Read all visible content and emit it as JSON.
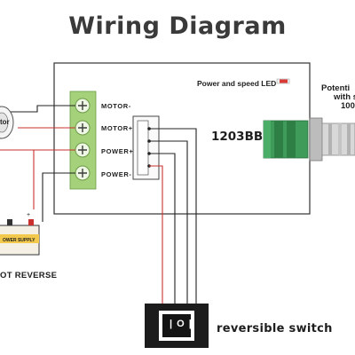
{
  "title": "Wiring Diagram",
  "controller": {
    "model": "1203BB",
    "led_label": "Power and speed LED",
    "terminals": [
      "MOTOR-",
      "MOTOR+",
      "POWER+",
      "POWER-"
    ]
  },
  "potentiometer": {
    "label_lines": [
      "Potenti",
      "with s",
      "100"
    ]
  },
  "motor": {
    "label": "tor"
  },
  "power_supply": {
    "label": "OWER SUPPLY"
  },
  "reverse_label": "OT REVERSE",
  "switch": {
    "label": "reversible switch",
    "symbols": "| O |"
  },
  "colors": {
    "board_outline": "#333333",
    "terminal_green": "#9acb6a",
    "connector_green": "#3f9b5a",
    "wire_red": "#c8312e",
    "wire_black": "#222222",
    "led_red": "#d93a36",
    "switch_body": "#1c1c1c"
  }
}
